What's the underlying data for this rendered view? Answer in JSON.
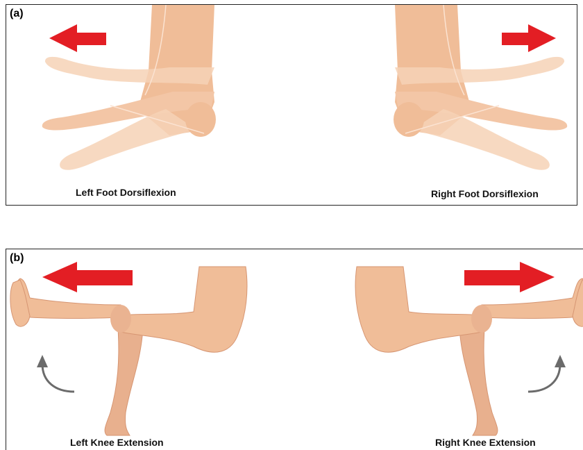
{
  "panels": [
    {
      "label": "(a)",
      "captions": [
        "Left Foot Dorsiflexion",
        "Right Foot Dorsiflexion"
      ]
    },
    {
      "label": "(b)",
      "captions": [
        "Left Knee Extension",
        "Right Knee Extension"
      ]
    }
  ],
  "colors": {
    "skin_light": "#f6d2b6",
    "skin": "#f0bd98",
    "skin_dark": "#e2a683",
    "outline": "#d69572",
    "arrow": "#e31e24",
    "curved_arrow": "#6b6b6b"
  }
}
